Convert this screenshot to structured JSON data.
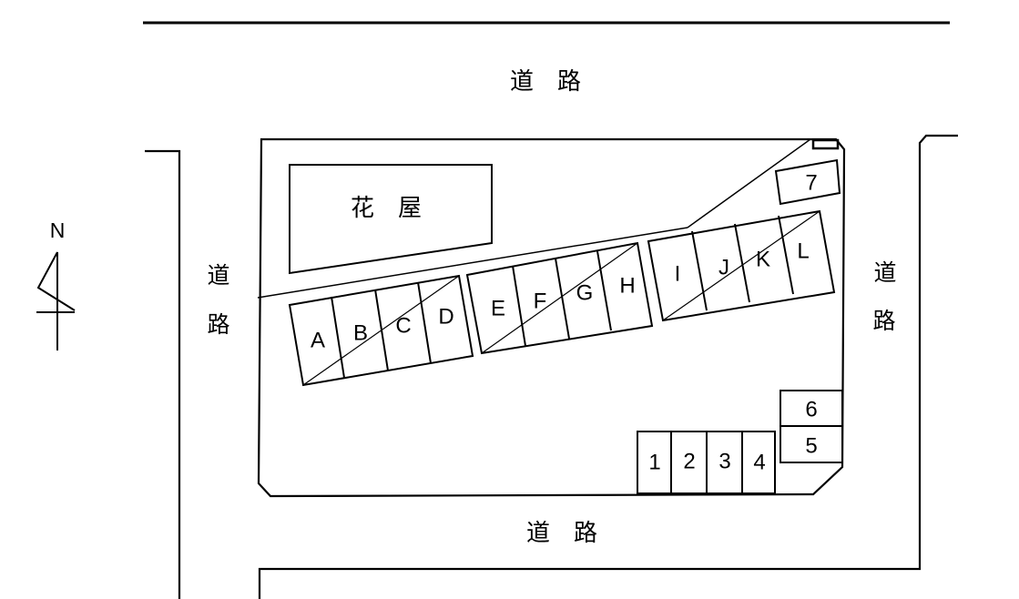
{
  "compass": {
    "label": "N"
  },
  "roads": {
    "top": {
      "label": "道　路"
    },
    "bottom": {
      "label": "道　路"
    },
    "left": {
      "chars": [
        "道",
        "路"
      ]
    },
    "right": {
      "chars": [
        "道",
        "路"
      ]
    }
  },
  "building": {
    "label": "花　屋"
  },
  "spaces": {
    "letters": [
      "A",
      "B",
      "C",
      "D",
      "E",
      "F",
      "G",
      "H",
      "I",
      "J",
      "K",
      "L"
    ],
    "numbers": [
      "1",
      "2",
      "3",
      "4",
      "5",
      "6",
      "7"
    ]
  },
  "colors": {
    "line": "#000000",
    "background": "#ffffff"
  }
}
